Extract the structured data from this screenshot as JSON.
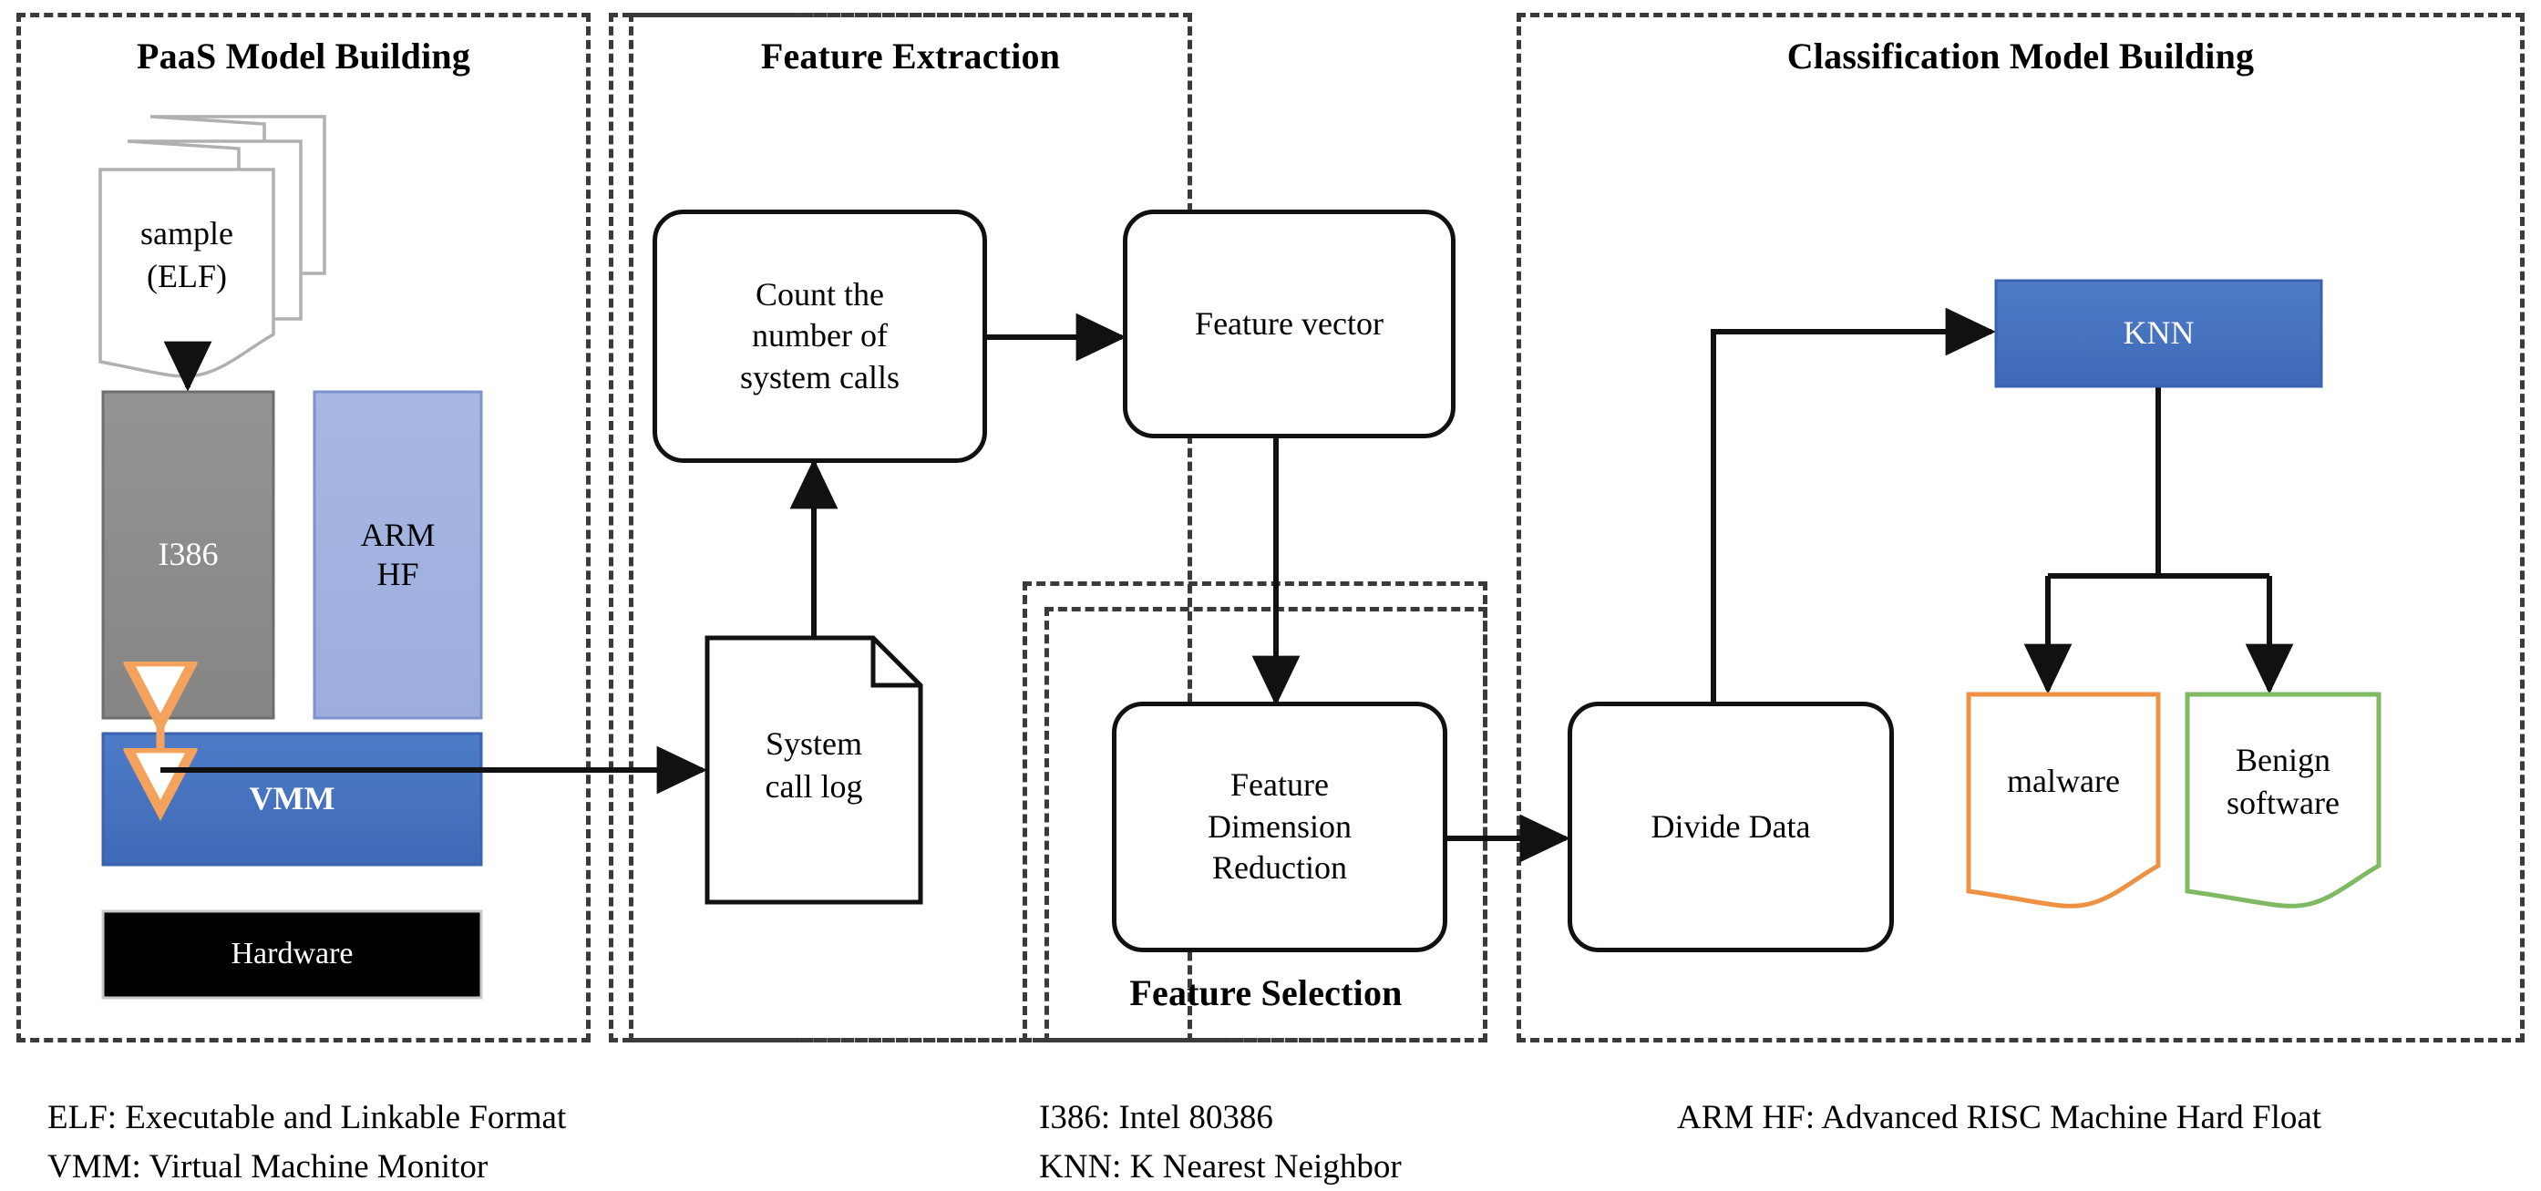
{
  "sections": [
    {
      "key": "paas",
      "title": "PaaS Model Building"
    },
    {
      "key": "fx",
      "title": "Feature Extraction"
    },
    {
      "key": "cls",
      "title": "Classification Model Building"
    }
  ],
  "subsection": {
    "title": "Feature Selection"
  },
  "paas": {
    "sample_line1": "sample",
    "sample_line2": "(ELF)",
    "i386": "I386",
    "arm_line1": "ARM",
    "arm_line2": "HF",
    "vmm": "VMM",
    "hardware": "Hardware"
  },
  "feature_extraction": {
    "count_line1": "Count the",
    "count_line2": "number of",
    "count_line3": "system calls",
    "feature_vector": "Feature vector",
    "syscall_log_line1": "System",
    "syscall_log_line2": "call log",
    "fdr_line1": "Feature",
    "fdr_line2": "Dimension",
    "fdr_line3": "Reduction"
  },
  "classification": {
    "knn": "KNN",
    "divide_data": "Divide Data",
    "malware": "malware",
    "benign_line1": "Benign",
    "benign_line2": "software"
  },
  "legend": {
    "col1": [
      "ELF: Executable and Linkable Format",
      "VMM: Virtual Machine Monitor"
    ],
    "col2": [
      "I386: Intel 80386",
      "KNN: K Nearest Neighbor"
    ],
    "col3": [
      "ARM HF: Advanced RISC Machine Hard Float"
    ]
  },
  "colors": {
    "vmm_blue": "#4472C4",
    "knn_blue": "#4472C4",
    "arm_blue": "#A3B4E0",
    "i386_gray": "#8C8C8C",
    "hardware_black": "#000000",
    "malware_orange": "#ED9243",
    "benign_green": "#7FBA63",
    "vmm_arrow_orange": "#F5A25D",
    "panel_dash": "#3A3A3A"
  }
}
